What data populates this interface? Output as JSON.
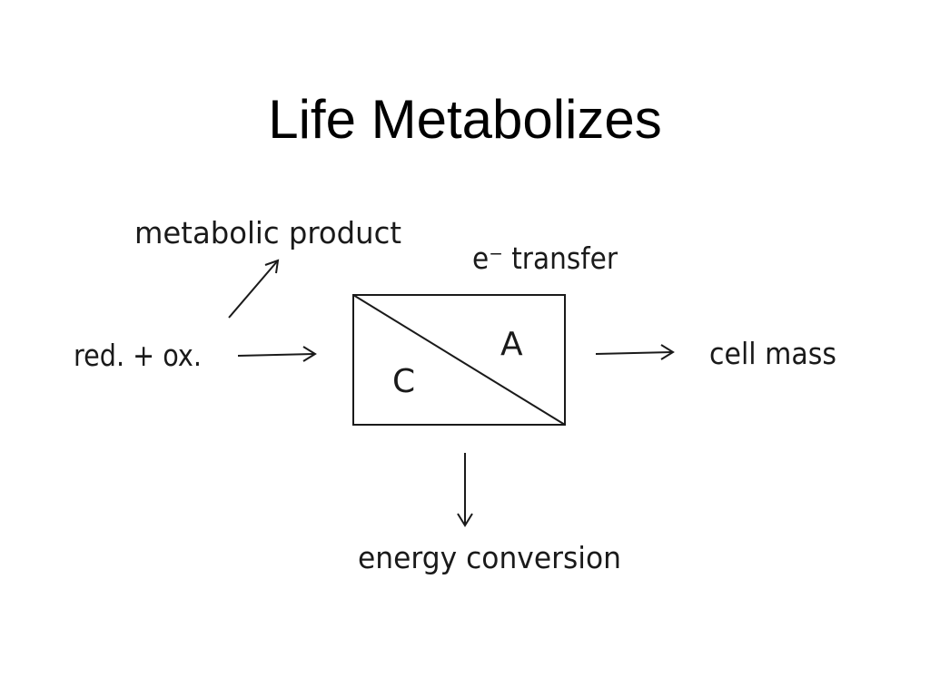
{
  "slide": {
    "title": "Life Metabolizes"
  },
  "diagram": {
    "labels": {
      "metabolic_product": "metabolic product",
      "electron_transfer": "e⁻ transfer",
      "reductant_oxidant": "red. + ox.",
      "cell_mass": "cell mass",
      "energy_conversion": "energy conversion"
    },
    "box": {
      "upper_right_label": "A",
      "lower_left_label": "C"
    },
    "colors": {
      "ink": "#1a1a1a",
      "background": "#ffffff"
    }
  }
}
